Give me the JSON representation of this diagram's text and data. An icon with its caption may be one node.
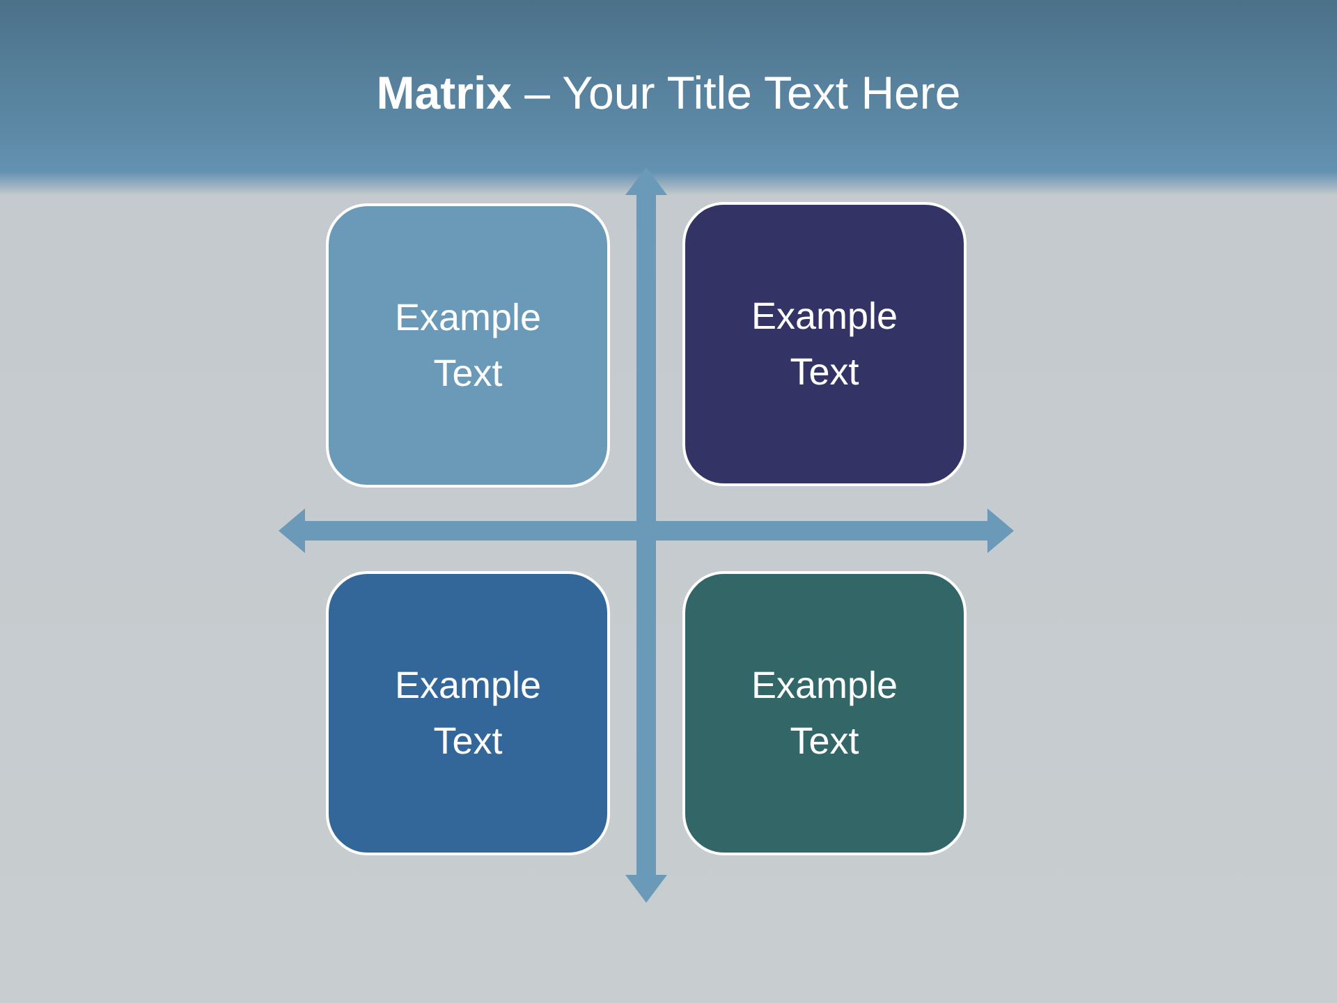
{
  "diagram": {
    "title": "**Matrix** – Your Title Text Here",
    "nodes": [
      {
        "text": [
          "Example Text"
        ]
      },
      {
        "text": [
          "Example Text"
        ]
      },
      {
        "text": [
          "Example Text"
        ]
      },
      {
        "text": [
          "Example Text"
        ]
      }
    ]
  }
}
